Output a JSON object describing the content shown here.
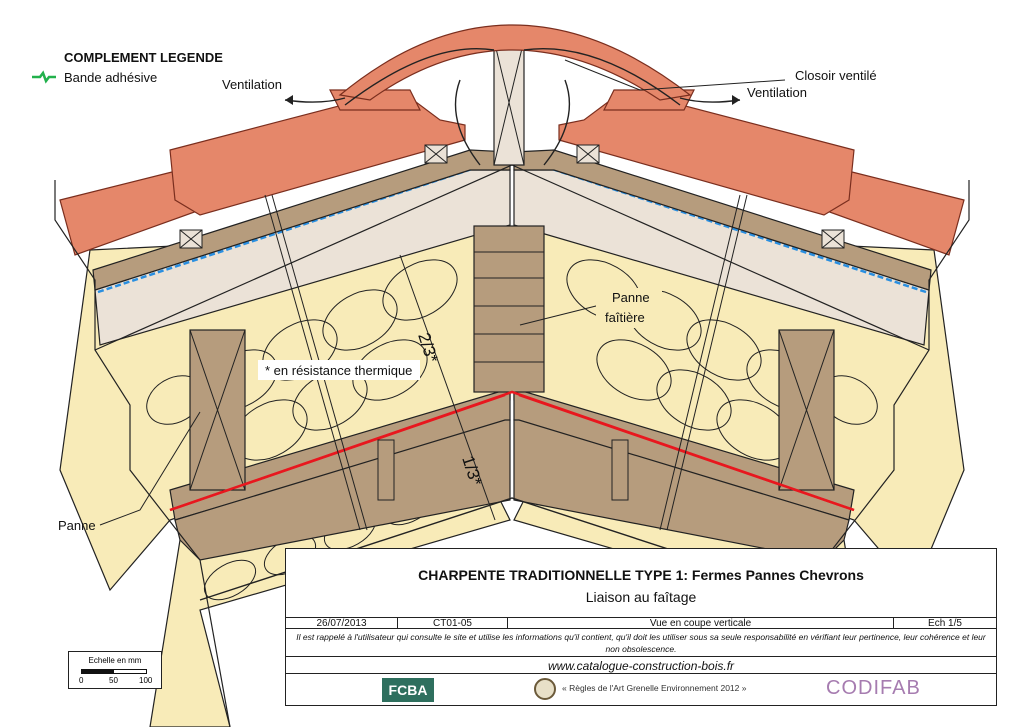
{
  "legend": {
    "title": "COMPLEMENT LEGENDE",
    "item_label": "Bande adhésive",
    "item_color": "#22b14c"
  },
  "labels": {
    "ventilation_left": "Ventilation",
    "ventilation_right": "Ventilation",
    "closoir": "Closoir ventilé",
    "panne_faitiere_1": "Panne",
    "panne_faitiere_2": "faîtière",
    "resistance": "* en résistance thermique",
    "two_thirds": "2/3*",
    "one_third": "1/3*",
    "panne": "Panne"
  },
  "title_block": {
    "title": "CHARPENTE TRADITIONNELLE TYPE 1: Fermes Pannes Chevrons",
    "subtitle": "Liaison au faîtage",
    "date": "26/07/2013",
    "code": "CT01-05",
    "view": "Vue en coupe verticale",
    "scale": "Ech 1/5",
    "disclaimer": "Il est rappelé à l'utilisateur qui consulte le site et utilise les informations qu'il contient, qu'il doit les utiliser sous sa seule responsabilité en vérifiant leur pertinence, leur cohérence et leur non obsolescence.",
    "website": "www.catalogue-construction-bois.fr",
    "logo_left": "FCBA",
    "logo_center": "« Règles de l'Art Grenelle Environnement 2012 »",
    "logo_right": "CODIFAB"
  },
  "scale_bar": {
    "title": "Echelle en mm",
    "ticks": [
      "0",
      "50",
      "100"
    ]
  },
  "colors": {
    "tile": "#e5876a",
    "tile_stroke": "#7a2e1e",
    "insulation": "#f8ebb8",
    "timber": "#b69c7d",
    "board": "#ebe2d7",
    "membrane_blue": "#2a8fe0",
    "membrane_red": "#e8171e",
    "line": "#222222"
  }
}
